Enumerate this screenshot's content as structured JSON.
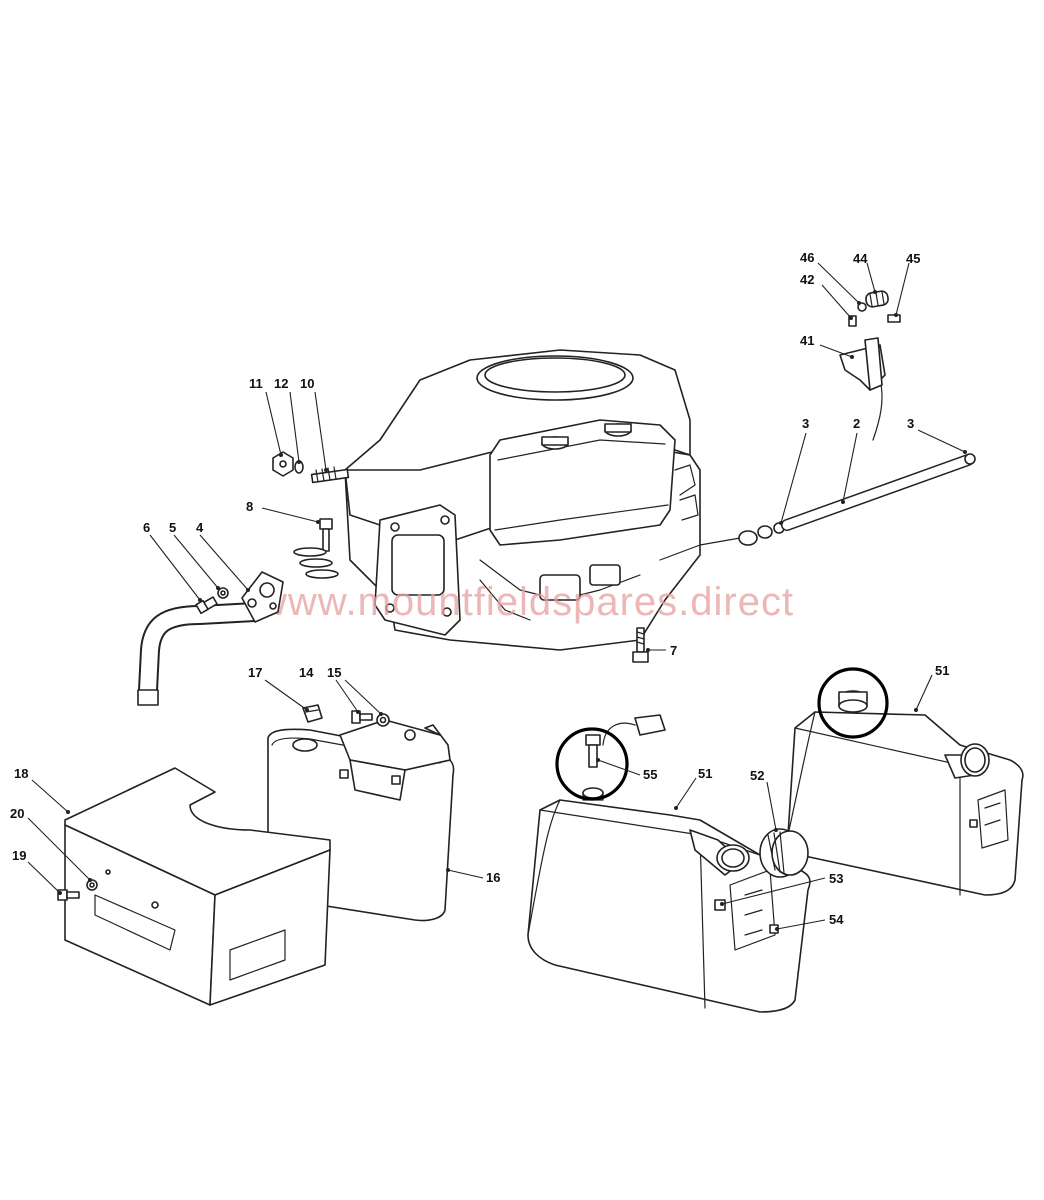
{
  "watermark": "www.mountfieldspares.direct",
  "callouts": {
    "c1": "2",
    "c2": "3",
    "c3": "3",
    "c4": "4",
    "c5": "5",
    "c6": "6",
    "c7": "7",
    "c8": "8",
    "c9": "10",
    "c10": "11",
    "c11": "12",
    "c12": "14",
    "c13": "15",
    "c14": "16",
    "c15": "17",
    "c16": "18",
    "c17": "19",
    "c18": "20",
    "c19": "41",
    "c20": "42",
    "c21": "44",
    "c22": "45",
    "c23": "46",
    "c24": "51",
    "c25": "51",
    "c26": "52",
    "c27": "53",
    "c28": "54",
    "c29": "55"
  }
}
